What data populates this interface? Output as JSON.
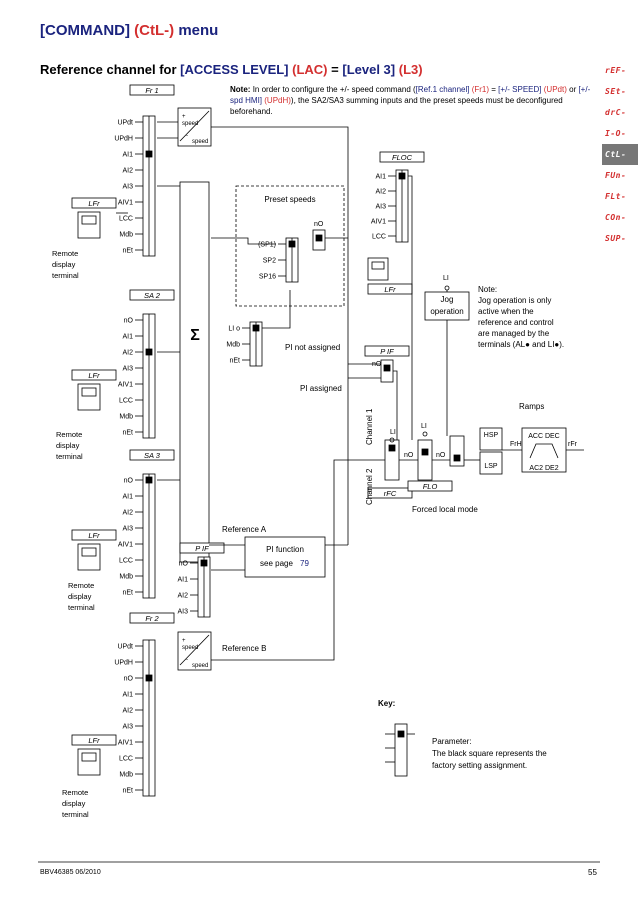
{
  "header": {
    "title_main": "[COMMAND]",
    "title_code": "(CtL-)",
    "title_suffix": "menu"
  },
  "subtitle": {
    "prefix": "Reference channel for",
    "param": "[ACCESS LEVEL]",
    "code": "(LAC)",
    "eq": "=",
    "level": "[Level 3]",
    "level_code": "(L3)"
  },
  "note_top": {
    "label": "Note:",
    "t1": "In order to configure the +/- speed command (",
    "ref": "[Ref.1 channel]",
    "ref_code": "(Fr1)",
    "eq": " = ",
    "spd": "[+/- SPEED]",
    "spd_code": "(UPdt)",
    "or": " or ",
    "spd2": "[+/-spd HMI]",
    "spd2_code": "(UPdH)",
    "t2": "), the SA2/SA3 summing inputs and the preset speeds must be deconfigured beforehand."
  },
  "side_menu": [
    "rEF-",
    "SEt-",
    "drC-",
    "I-O-",
    "CtL-",
    "FUn-",
    "FLt-",
    "COn-",
    "SUP-"
  ],
  "side_menu_active": 4,
  "blocks": {
    "fr1": "Fr 1",
    "sa2": "SA 2",
    "sa3": "SA 3",
    "fr2": "Fr 2",
    "pif1": "P IF",
    "pif2": "P IF",
    "fldc": "FLOC",
    "flo": "FLO",
    "rfc": "rFC",
    "lfr": "LFr"
  },
  "switch_items": {
    "fr1": [
      "UPdt",
      "UPdH",
      "AI1",
      "AI2",
      "AI3",
      "AIV1",
      "LCC",
      "Mdb",
      "nEt"
    ],
    "sa": [
      "nO",
      "AI1",
      "AI2",
      "AI3",
      "AIV1",
      "LCC",
      "Mdb",
      "nEt"
    ],
    "fr2": [
      "UPdt",
      "UPdH",
      "nO",
      "AI1",
      "AI2",
      "AI3",
      "AIV1",
      "LCC",
      "Mdb",
      "nEt"
    ],
    "floc": [
      "AI1",
      "AI2",
      "AI3",
      "AIV1",
      "LCC"
    ],
    "pif": [
      "nO",
      "AI1",
      "AI2",
      "AI3"
    ],
    "preset": [
      "(SP1)",
      "SP2",
      "SP16"
    ],
    "lcc": [
      "LI o",
      "Mdb",
      "nEt"
    ]
  },
  "labels": {
    "speed_plus": "+ speed",
    "speed_minus": "- speed",
    "preset_speeds": "Preset speeds",
    "no": "nO",
    "sigma": "Σ",
    "remote_display": [
      "Remote",
      "display",
      "terminal"
    ],
    "pi_not_assigned": "PI not assigned",
    "pi_assigned": "PI assigned",
    "channel1": "Channel 1",
    "channel2": "Channel 2",
    "reference_a": "Reference A",
    "reference_b": "Reference B",
    "pi_function": "PI function",
    "see_page": "see page ",
    "see_page_num": "79",
    "jog": "Jog",
    "operation": "operation",
    "li": "LI",
    "forced_local": "Forced local mode",
    "ramps": "Ramps",
    "hsp": "HSP",
    "lsp": "LSP",
    "frh": "FrH",
    "acc": "ACC",
    "dec": "DEC",
    "ac2": "AC2",
    "de2": "DE2",
    "rfr": "rFr",
    "key": "Key:",
    "parameter": "Parameter:",
    "parameter_desc1": "The black square represents the",
    "parameter_desc2": "factory setting assignment."
  },
  "jog_note": {
    "label": "Note:",
    "lines": [
      "Jog operation is only",
      "active when the",
      "reference and control",
      "are managed by the",
      "terminals (AL● and LI●)."
    ]
  },
  "footer": {
    "doc": "BBV46385  06/2010",
    "page": "55"
  }
}
